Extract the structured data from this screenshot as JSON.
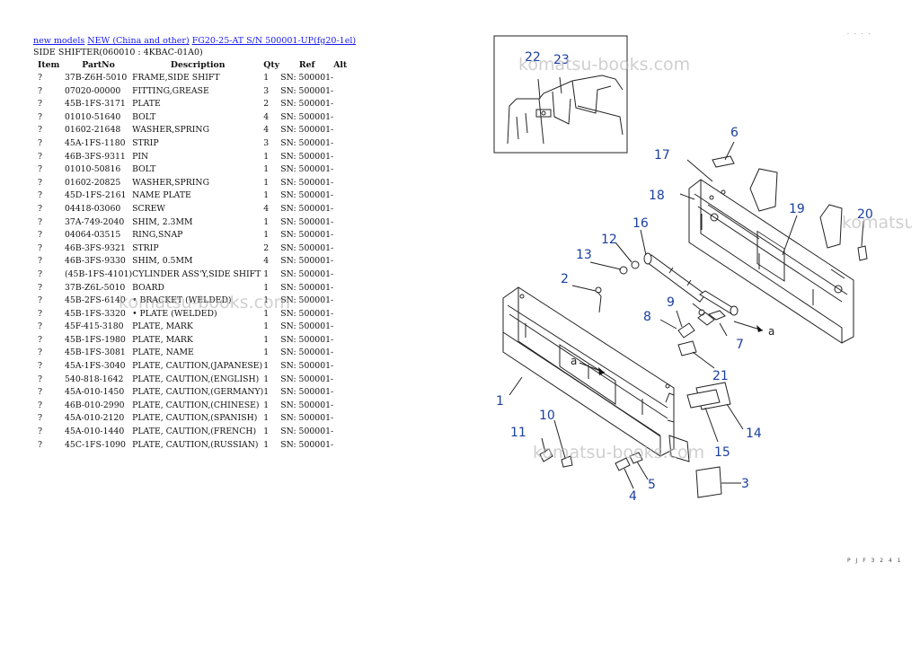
{
  "breadcrumb": {
    "links": [
      "new models",
      "NEW (China and other)",
      "FG20-25-AT S/N 500001-UP(fg20-1el)"
    ]
  },
  "section_title": "SIDE SHIFTER(060010 : 4KBAC-01A0)",
  "table": {
    "headers": [
      "Item",
      "PartNo",
      "Description",
      "Qty",
      "Ref",
      "Alt"
    ],
    "rows": [
      [
        "?",
        "37B-Z6H-5010",
        "FRAME,SIDE SHIFT",
        "1",
        "SN: 500001-",
        ""
      ],
      [
        "?",
        "07020-00000",
        "FITTING,GREASE",
        "3",
        "SN: 500001-",
        ""
      ],
      [
        "?",
        "45B-1FS-3171",
        "PLATE",
        "2",
        "SN: 500001-",
        ""
      ],
      [
        "?",
        "01010-51640",
        "BOLT",
        "4",
        "SN: 500001-",
        ""
      ],
      [
        "?",
        "01602-21648",
        "WASHER,SPRING",
        "4",
        "SN: 500001-",
        ""
      ],
      [
        "?",
        "45A-1FS-1180",
        "STRIP",
        "3",
        "SN: 500001-",
        ""
      ],
      [
        "?",
        "46B-3FS-9311",
        "PIN",
        "1",
        "SN: 500001-",
        ""
      ],
      [
        "?",
        "01010-50816",
        "BOLT",
        "1",
        "SN: 500001-",
        ""
      ],
      [
        "?",
        "01602-20825",
        "WASHER,SPRING",
        "1",
        "SN: 500001-",
        ""
      ],
      [
        "?",
        "45D-1FS-2161",
        "NAME PLATE",
        "1",
        "SN: 500001-",
        ""
      ],
      [
        "?",
        "04418-03060",
        "SCREW",
        "4",
        "SN: 500001-",
        ""
      ],
      [
        "?",
        "37A-749-2040",
        "SHIM, 2.3MM",
        "1",
        "SN: 500001-",
        ""
      ],
      [
        "?",
        "04064-03515",
        "RING,SNAP",
        "1",
        "SN: 500001-",
        ""
      ],
      [
        "?",
        "46B-3FS-9321",
        "STRIP",
        "2",
        "SN: 500001-",
        ""
      ],
      [
        "?",
        "46B-3FS-9330",
        "SHIM, 0.5MM",
        "4",
        "SN: 500001-",
        ""
      ],
      [
        "?",
        "(45B-1FS-4101)",
        "CYLINDER ASS'Y,SIDE SHIFT",
        "1",
        "SN: 500001-",
        ""
      ],
      [
        "?",
        "37B-Z6L-5010",
        "BOARD",
        "1",
        "SN: 500001-",
        ""
      ],
      [
        "?",
        "45B-2FS-6140",
        "• BRACKET (WELDED)",
        "1",
        "SN: 500001-",
        ""
      ],
      [
        "?",
        "45B-1FS-3320",
        "• PLATE (WELDED)",
        "1",
        "SN: 500001-",
        ""
      ],
      [
        "?",
        "45F-415-3180",
        "PLATE, MARK",
        "1",
        "SN: 500001-",
        ""
      ],
      [
        "?",
        "45B-1FS-1980",
        "PLATE, MARK",
        "1",
        "SN: 500001-",
        ""
      ],
      [
        "?",
        "45B-1FS-3081",
        "PLATE, NAME",
        "1",
        "SN: 500001-",
        ""
      ],
      [
        "?",
        "45A-1FS-3040",
        "PLATE, CAUTION,(JAPANESE)",
        "1",
        "SN: 500001-",
        ""
      ],
      [
        "?",
        "540-818-1642",
        "PLATE, CAUTION,(ENGLISH)",
        "1",
        "SN: 500001-",
        ""
      ],
      [
        "?",
        "45A-010-1450",
        "PLATE, CAUTION,(GERMANY)",
        "1",
        "SN: 500001-",
        ""
      ],
      [
        "?",
        "46B-010-2990",
        "PLATE, CAUTION,(CHINESE)",
        "1",
        "SN: 500001-",
        ""
      ],
      [
        "?",
        "45A-010-2120",
        "PLATE, CAUTION,(SPANISH)",
        "1",
        "SN: 500001-",
        ""
      ],
      [
        "?",
        "45A-010-1440",
        "PLATE, CAUTION,(FRENCH)",
        "1",
        "SN: 500001-",
        ""
      ],
      [
        "?",
        "45C-1FS-1090",
        "PLATE, CAUTION,(RUSSIAN)",
        "1",
        "SN: 500001-",
        ""
      ]
    ]
  },
  "watermark": "komatsu-books.com",
  "diagram": {
    "callouts": [
      "1",
      "2",
      "3",
      "4",
      "5",
      "6",
      "7",
      "8",
      "9",
      "10",
      "11",
      "12",
      "13",
      "14",
      "15",
      "16",
      "17",
      "18",
      "19",
      "20",
      "21",
      "22",
      "23"
    ],
    "letter_a": "a",
    "corner_code_top": "· · · ·",
    "corner_code_bottom": "P J F 3 2 4 1"
  },
  "colors": {
    "link": "#1a1aee",
    "callout": "#1a3fa0",
    "watermark": "#bbbbbb"
  }
}
